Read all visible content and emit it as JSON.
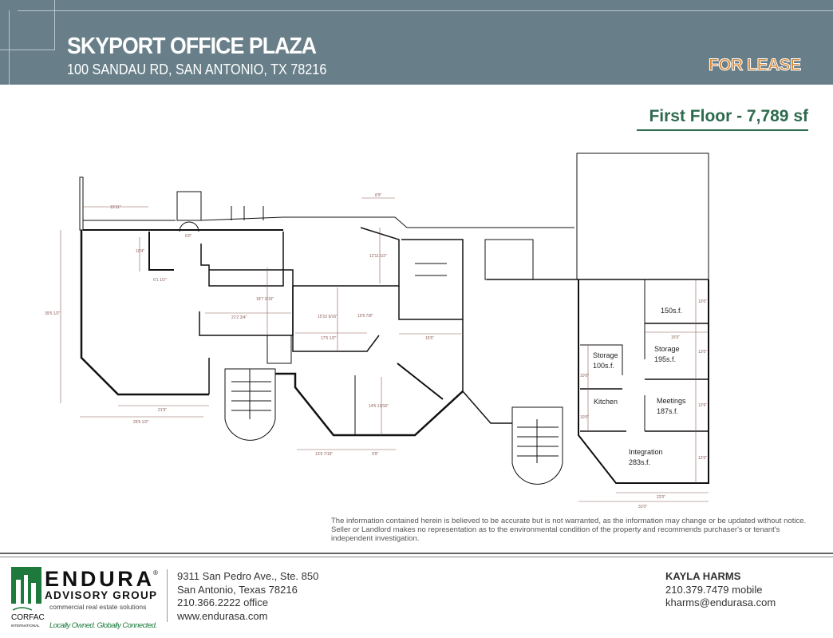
{
  "header": {
    "title": "SKYPORT OFFICE PLAZA",
    "address": "100 SANDAU RD, SAN ANTONIO, TX 78216",
    "status": "FOR LEASE",
    "background_color": "#687f89",
    "status_color": "#d68a3c"
  },
  "floor": {
    "label": "First Floor - 7,789 sf",
    "color": "#2e6b4e"
  },
  "plan": {
    "rooms": [
      {
        "name": "",
        "area": "150s.f."
      },
      {
        "name": "Storage",
        "area": "195s.f."
      },
      {
        "name": "Storage",
        "area": "100s.f."
      },
      {
        "name": "Kitchen",
        "area": ""
      },
      {
        "name": "Meetings",
        "area": "187s.f."
      },
      {
        "name": "Integration",
        "area": "283s.f."
      }
    ],
    "dimensions": [
      "15'11\"",
      "6'0\"",
      "10'4\"",
      "6'1 1/2\"",
      "18'7 3/16\"",
      "21'2 3/4\"",
      "15'10 9/16\"",
      "17'5 1/2\"",
      "10'9 7/8\"",
      "8'9\"",
      "12'11 1/2\"",
      "15'5\"",
      "14'6 13/16\"",
      "13'9 7/16\"",
      "9'9\"",
      "21'9\"",
      "29'6 1/2\"",
      "39'5 1/2\"",
      "10'0\"",
      "15'0\"",
      "13'0\"",
      "12'6\"",
      "12'0\"",
      "22'0\"",
      "31'0\"",
      "10'0\"",
      "10'0\""
    ]
  },
  "disclaimer": "The information contained herein is believed to be accurate but is not warranted, as the information may change or be updated without notice. Seller or Landlord makes no representation as to the environmental condition of the property and recommends purchaser's or tenant's independent investigation.",
  "footer": {
    "logo": {
      "name": "ENDURA",
      "sub": "ADVISORY GROUP",
      "tagline": "commercial real estate solutions",
      "network": "CORFAC",
      "network_sub": "INTERNATIONAL",
      "slogan": "Locally Owned. Globally Connected.",
      "color": "#1e7a3c"
    },
    "office": [
      "9311 San Pedro Ave., Ste. 850",
      "San Antonio, Texas 78216",
      "210.366.2222 office",
      "www.endurasa.com"
    ],
    "agent": {
      "name": "KAYLA HARMS",
      "phone": "210.379.7479 mobile",
      "email": "kharms@endurasa.com"
    }
  }
}
